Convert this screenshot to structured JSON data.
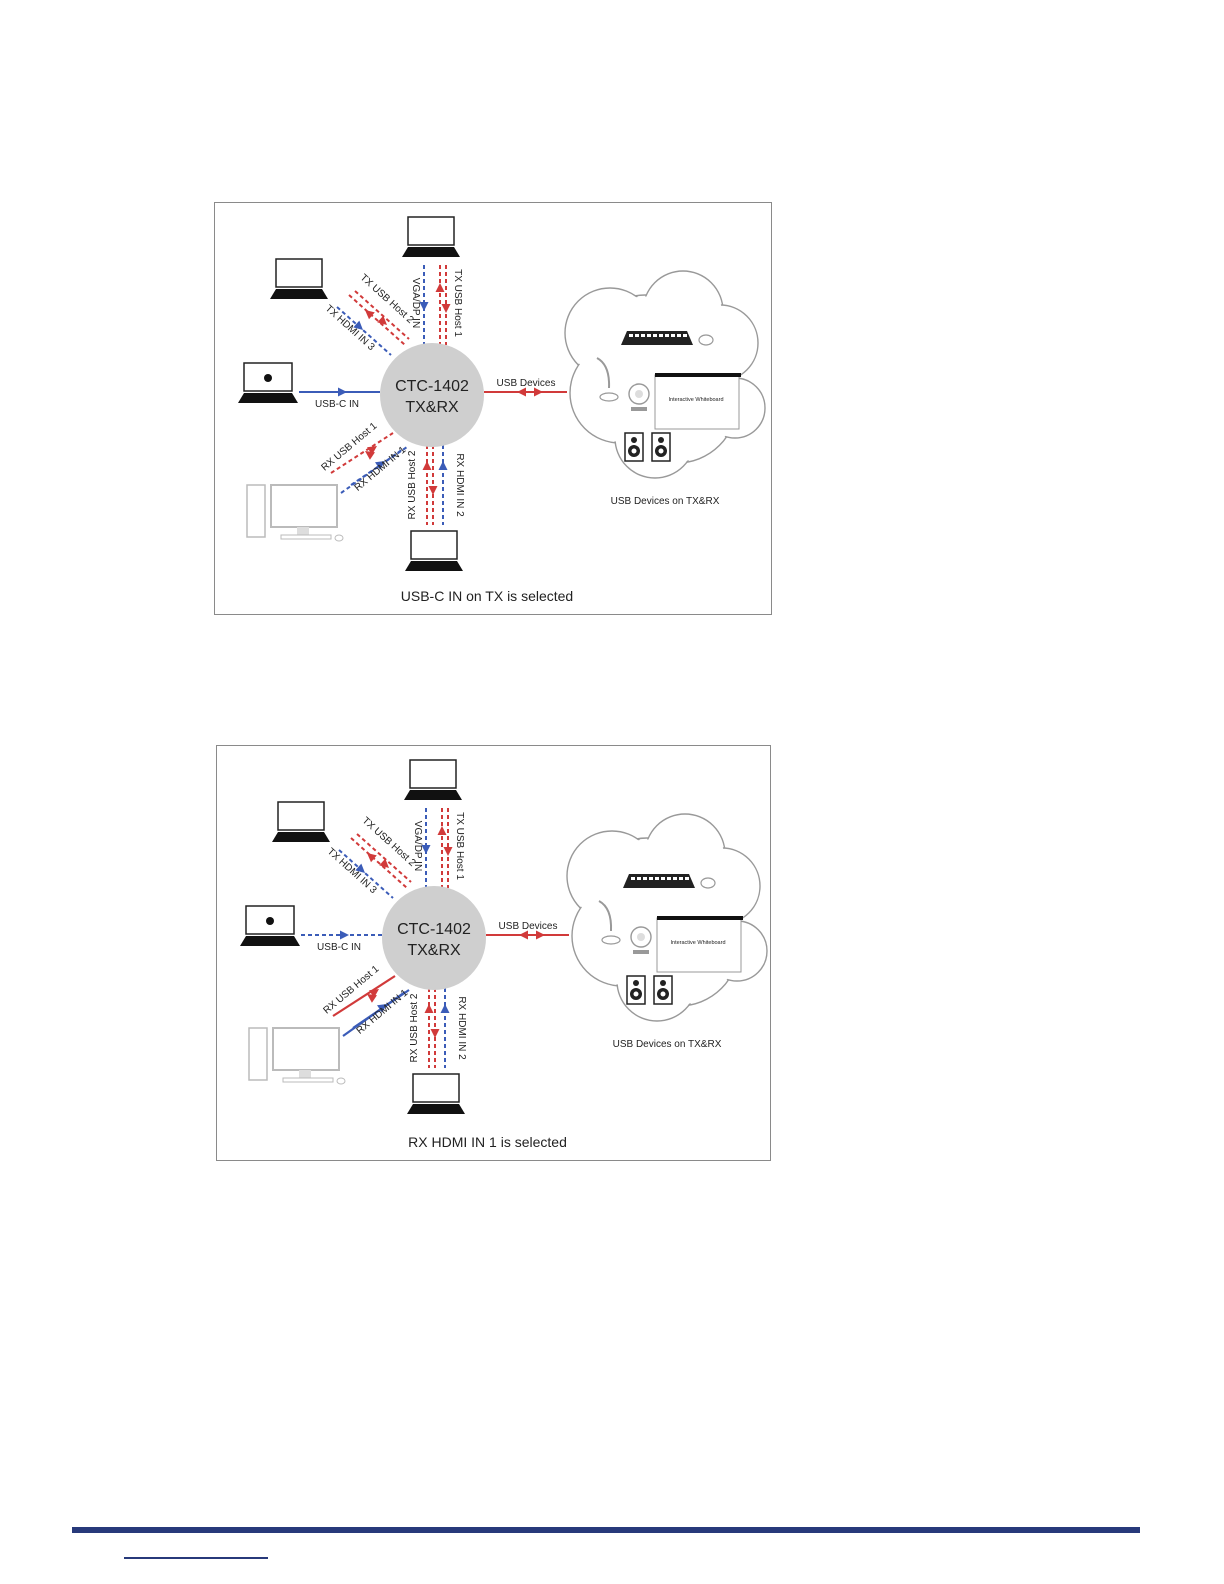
{
  "colors": {
    "red": "#d13a3a",
    "blue": "#3b5cb8",
    "hub": "#cfcfcf",
    "frame": "#8a8a8a",
    "footer": "#27397a"
  },
  "hub": {
    "line1": "CTC-1402",
    "line2": "TX&RX"
  },
  "cloud": {
    "caption": "USB Devices on TX&RX",
    "whiteboard": "Interactive Whiteboard",
    "devices": [
      "keyboard-icon",
      "mouse-icon",
      "microphone-icon",
      "webcam-icon",
      "whiteboard-icon",
      "speaker-icon",
      "speaker-icon"
    ]
  },
  "links": {
    "vga": "VGA/DP IN",
    "tx_usb1": "TX USB Host 1",
    "tx_usb2": "TX USB Host 2",
    "tx_hdmi3": "TX HDMI IN 3",
    "usbc": "USB-C IN",
    "rx_usb1": "RX USB Host 1",
    "rx_hdmi1": "RX HDMI IN 1",
    "rx_usb2": "RX USB Host 2",
    "rx_hdmi2": "RX HDMI IN 2",
    "usb_devices": "USB Devices"
  },
  "figures": [
    {
      "caption": "USB-C IN on TX is selected",
      "active": {
        "usbc": true,
        "rx_host1": false
      }
    },
    {
      "caption": "RX HDMI IN 1 is selected",
      "active": {
        "usbc": false,
        "rx_host1": true
      }
    }
  ]
}
